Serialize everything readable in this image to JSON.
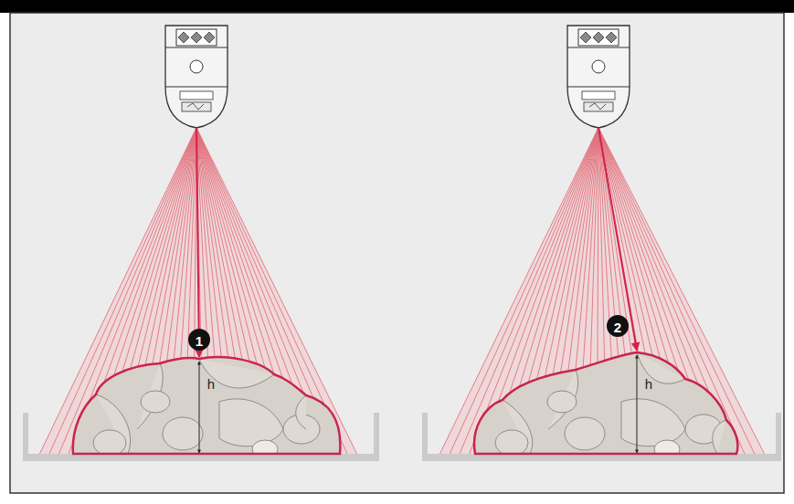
{
  "diagram": {
    "labels": [
      "1",
      "h",
      "2",
      "h"
    ]
  }
}
